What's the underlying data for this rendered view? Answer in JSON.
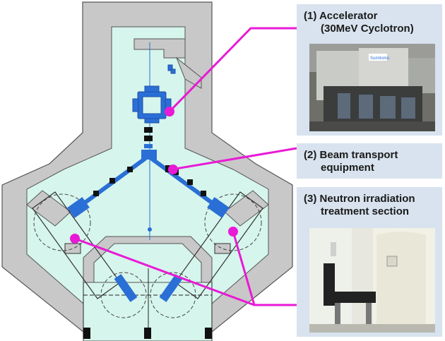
{
  "figure": {
    "colors": {
      "shield_wall": "#c8c8c8",
      "room_floor": "#d6f5ec",
      "equipment": "#2a6fd6",
      "pointer": "#e81ad6",
      "label_panel": "#d8e3ef"
    },
    "labels": [
      {
        "number": "(1)",
        "line1": "Accelerator",
        "line2": "(30MeV Cyclotron)"
      },
      {
        "number": "(2)",
        "line1": "Beam transport",
        "line2": "equipment"
      },
      {
        "number": "(3)",
        "line1": "Neutron irradiation",
        "line2": "treatment section"
      }
    ],
    "photo_badge_text": "Sumitomo"
  }
}
